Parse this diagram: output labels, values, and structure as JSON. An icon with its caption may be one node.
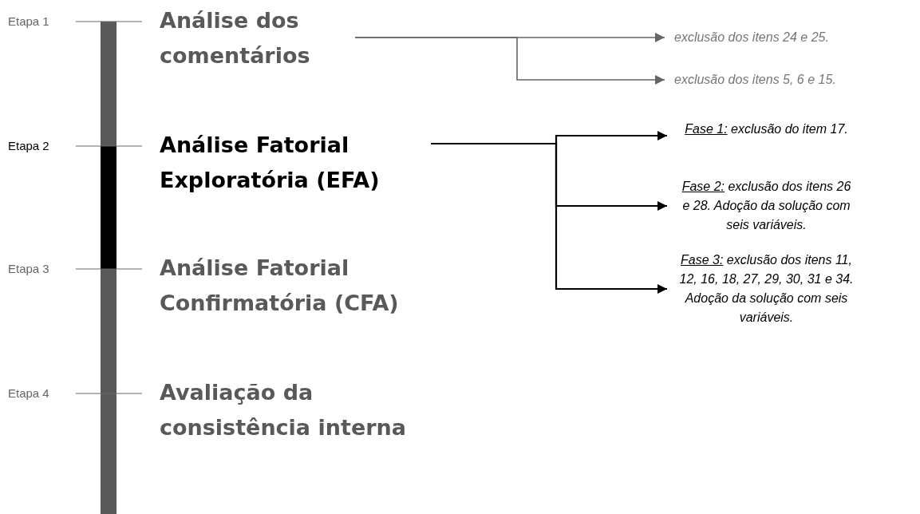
{
  "diagram": {
    "nodes": [
      {
        "text": [
          "Análise dos comentários"
        ]
      },
      {
        "text": [
          "Análise Fatorial Exploratória (EFA)"
        ]
      },
      {
        "text": [
          "Análise Fatorial Confirmatória (CFA)"
        ]
      },
      {
        "text": [
          "Avaliação da consistência interna"
        ]
      },
      {
        "text": [
          "exclusão dos itens 24 e 25."
        ]
      },
      {
        "text": [
          "exclusão dos itens 5, 6 e 15."
        ]
      },
      {
        "text": [
          "Fase 1:",
          "exclusão do item 17."
        ]
      },
      {
        "text": [
          "Fase 2:",
          "exclusão dos itens 26 e 28. Adoção da solução com seis variáveis."
        ]
      },
      {
        "text": [
          "Fase 3:",
          "exclusão dos itens 11, 12, 16, 18, 27, 29, 30, 31 e 34. Adoção da solução com seis variáveis."
        ]
      }
    ],
    "edges": [
      {
        "from": 0,
        "to": 4,
        "arrow": "to",
        "color": "#666666"
      },
      {
        "from": 0,
        "to": 5,
        "arrow": "to",
        "color": "#666666"
      },
      {
        "from": 1,
        "to": 6,
        "arrow": "to"
      },
      {
        "from": 1,
        "to": 7,
        "arrow": "to"
      },
      {
        "from": 1,
        "to": 8,
        "arrow": "to"
      }
    ],
    "labels": [
      "Etapa 1",
      "Etapa 2",
      "Etapa 3",
      "Etapa 4"
    ]
  }
}
